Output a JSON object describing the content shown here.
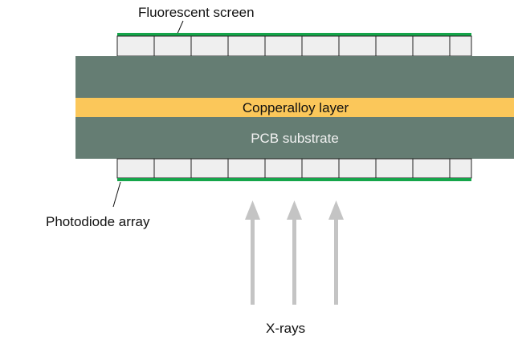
{
  "labels": {
    "fluorescent_screen": "Fluorescent screen",
    "copper_alloy_layer": "Copperalloy layer",
    "pcb_substrate": "PCB substrate",
    "photodiode_array": "Photodiode array",
    "xrays": "X-rays"
  },
  "colors": {
    "substrate": "#657d73",
    "copper": "#fbc75a",
    "cells": "#efefef",
    "green_line": "#15a54a",
    "arrow": "#c4c4c4",
    "substrate_text": "#f2f2f2",
    "copper_text": "#111111"
  }
}
